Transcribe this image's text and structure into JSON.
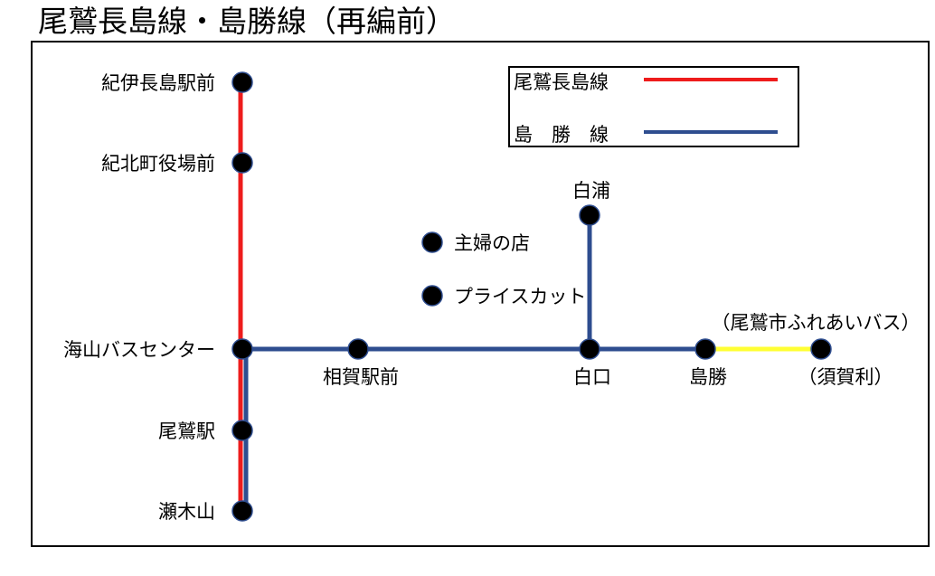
{
  "title": "尾鷲長島線・島勝線（再編前）",
  "colors": {
    "owase_nagashima_line": "#ee1c1c",
    "shimakatsu_line": "#2e4d8f",
    "owase_community_bus": "#ffff33",
    "stop_fill": "#000000",
    "stop_stroke": "#2e4d8f"
  },
  "legend": {
    "items": [
      {
        "label": "尾鷲長島線",
        "color": "#ee1c1c"
      },
      {
        "label": "島　勝　線",
        "color": "#2e4d8f"
      }
    ]
  },
  "stops": {
    "kii_nagashima_eki_mae": "紀伊長島駅前",
    "kihoku_town_office_mae": "紀北町役場前",
    "umiyama_bus_center": "海山バスセンター",
    "owase_eki": "尾鷲駅",
    "seginoyama": "瀬木山",
    "aiga_eki_mae": "相賀駅前",
    "shiroguchi": "白口",
    "shimakatsu": "島勝",
    "sugari": "（須賀利）",
    "shiraura": "白浦",
    "shufu_no_mise": "主婦の店",
    "price_cut": "プライスカット"
  },
  "annotations": {
    "community_bus": "（尾鷲市ふれあいバス）"
  },
  "icons": {
    "stop": "bus-stop-dot-icon",
    "legend_swatch": "line-swatch-icon"
  }
}
